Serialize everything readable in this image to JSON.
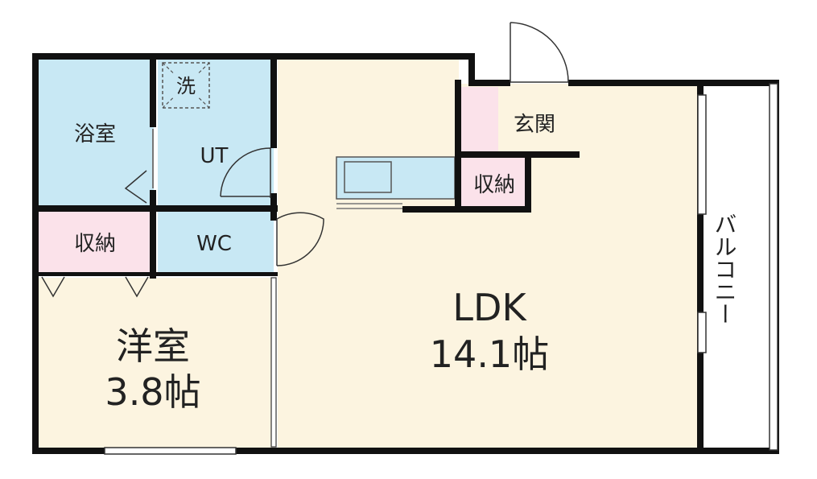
{
  "rooms": {
    "bath": {
      "label": "浴室"
    },
    "utility": {
      "label": "UT"
    },
    "washer": {
      "label": "洗"
    },
    "storage_left": {
      "label": "収納"
    },
    "toilet": {
      "label": "WC"
    },
    "western_room": {
      "label": "洋室",
      "size": "3.8帖"
    },
    "ldk": {
      "label": "LDK",
      "size": "14.1帖"
    },
    "entrance": {
      "label": "玄関"
    },
    "storage_right": {
      "label": "収納"
    },
    "balcony": {
      "label": "バルコニー"
    }
  },
  "colors": {
    "wet_area": "#c8e8f4",
    "storage": "#fbe2ea",
    "living": "#fcf4e0",
    "wall": "#111111"
  }
}
